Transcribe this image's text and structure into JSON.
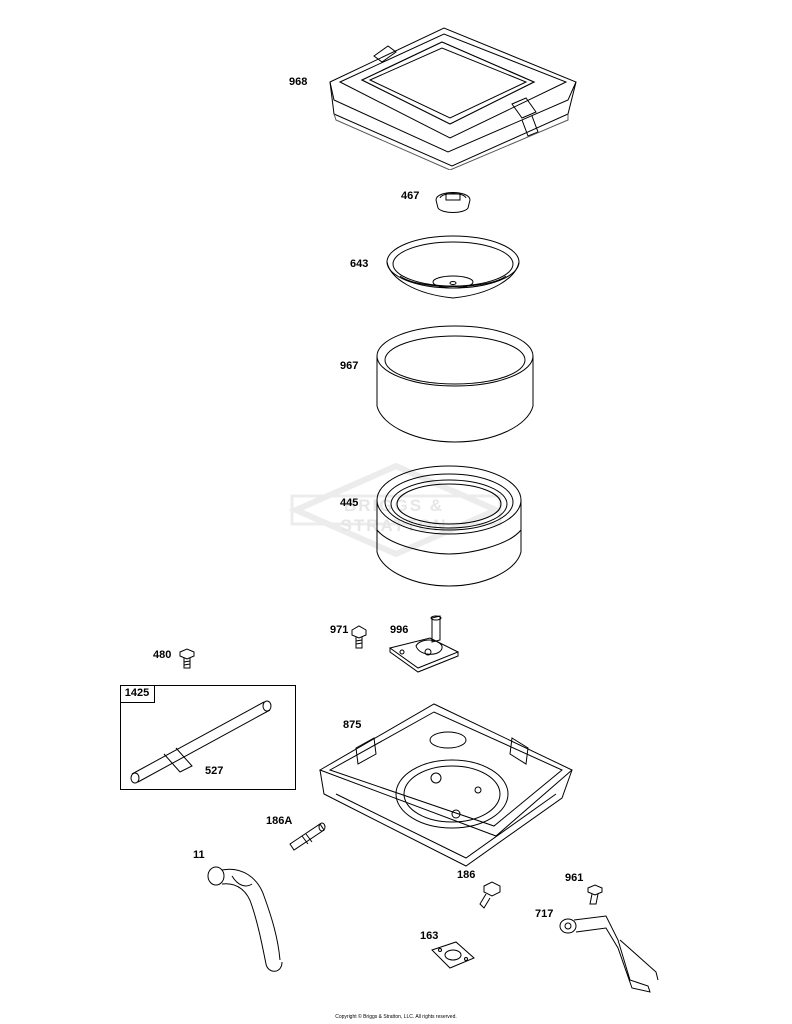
{
  "parts": [
    {
      "callout": "968",
      "icon": "air-cleaner-cover-icon"
    },
    {
      "callout": "467",
      "icon": "knob-icon"
    },
    {
      "callout": "643",
      "icon": "cover-plate-icon"
    },
    {
      "callout": "967",
      "icon": "pre-cleaner-icon"
    },
    {
      "callout": "445",
      "icon": "air-filter-cartridge-icon"
    },
    {
      "callout": "971",
      "icon": "screw-icon"
    },
    {
      "callout": "996",
      "icon": "bracket-stud-icon"
    },
    {
      "callout": "480",
      "icon": "screw-icon"
    },
    {
      "callout": "875",
      "icon": "air-cleaner-base-icon"
    },
    {
      "callout": "527",
      "icon": "tube-icon"
    },
    {
      "callout": "186A",
      "icon": "fitting-icon"
    },
    {
      "callout": "11",
      "icon": "hose-icon"
    },
    {
      "callout": "186",
      "icon": "fitting-icon"
    },
    {
      "callout": "961",
      "icon": "screw-icon"
    },
    {
      "callout": "717",
      "icon": "bracket-icon"
    },
    {
      "callout": "163",
      "icon": "gasket-icon"
    }
  ],
  "kit": {
    "callout": "1425"
  },
  "watermark": "BRIGGS & STRATTON",
  "copyright": "Copyright © Briggs & Stratton, LLC. All rights reserved."
}
